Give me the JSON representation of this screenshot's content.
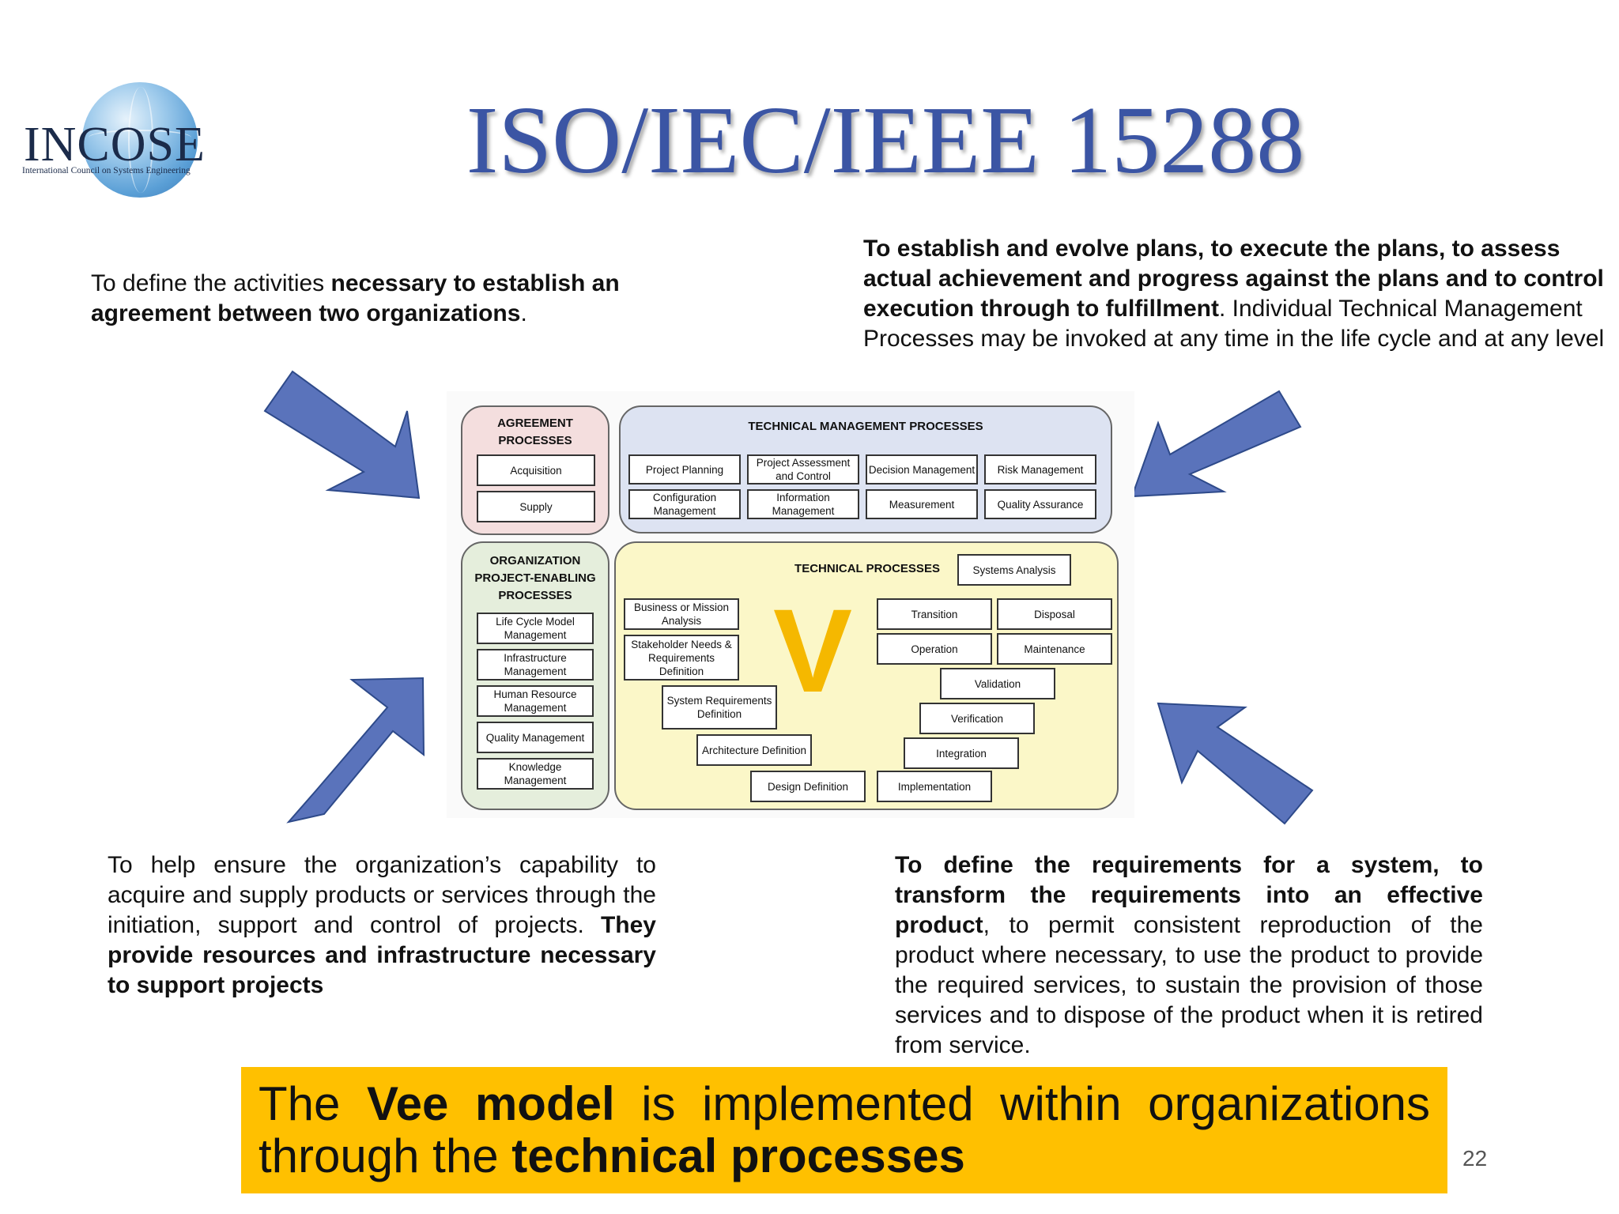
{
  "logo": {
    "word": "INCOSE",
    "subtitle": "International Council on Systems Engineering"
  },
  "title": "ISO/IEC/IEEE 15288",
  "agreement_text": {
    "t1": "To define the activities ",
    "b1": "necessary to establish an agreement between two organizations",
    "t2": "."
  },
  "tech_mgmt_text": {
    "b1": "To establish and evolve plans, to execute the plans, to assess actual achievement and progress against the plans and to control execution through to fulfillment",
    "t1": ". Individual Technical Management Processes may be invoked at any time in the life cycle and at any level"
  },
  "org_text": {
    "t1": "To help ensure the organization’s capability to acquire and supply products or services through the initiation, support and control of projects. ",
    "b1": "They provide resources and infrastructure necessary to support projects"
  },
  "tech_text": {
    "b1": "To define the requirements for a system, to transform the requirements into an effective product",
    "t1": ", to permit consistent reproduction of the product where necessary, to use the product to provide the required services, to sustain the provision of those services and to dispose of the product when it is retired from service."
  },
  "diagram": {
    "agreement": {
      "title_1": "AGREEMENT",
      "title_2": "PROCESSES",
      "items": [
        "Acquisition",
        "Supply"
      ]
    },
    "tech_mgmt": {
      "title": "TECHNICAL MANAGEMENT PROCESSES",
      "items": [
        "Project Planning",
        "Project Assessment and Control",
        "Decision Management",
        "Risk Management",
        "Configuration Management",
        "Information Management",
        "Measurement",
        "Quality Assurance"
      ]
    },
    "org": {
      "title_1": "ORGANIZATION",
      "title_2": "PROJECT-ENABLING",
      "title_3": "PROCESSES",
      "items": [
        "Life Cycle Model Management",
        "Infrastructure Management",
        "Human Resource Management",
        "Quality Management",
        "Knowledge Management"
      ]
    },
    "technical": {
      "title": "TECHNICAL PROCESSES",
      "vee_letter": "V",
      "items": {
        "systems_analysis": "Systems Analysis",
        "business": "Business or Mission Analysis",
        "stakeholder": "Stakeholder Needs & Requirements Definition",
        "sysreq": "System Requirements Definition",
        "arch": "Architecture Definition",
        "design": "Design Definition",
        "implementation": "Implementation",
        "integration": "Integration",
        "verification": "Verification",
        "validation": "Validation",
        "transition": "Transition",
        "disposal": "Disposal",
        "operation": "Operation",
        "maintenance": "Maintenance"
      }
    }
  },
  "banner": {
    "t1": "The ",
    "b1": "Vee model",
    "t2": " is implemented within organizations",
    "t3": "through the ",
    "b2": "technical processes"
  },
  "page_number": "22",
  "colors": {
    "title": "#3b55a4",
    "arrow": "#5a73bb",
    "banner": "#ffc000",
    "vee": "#f5b800"
  }
}
